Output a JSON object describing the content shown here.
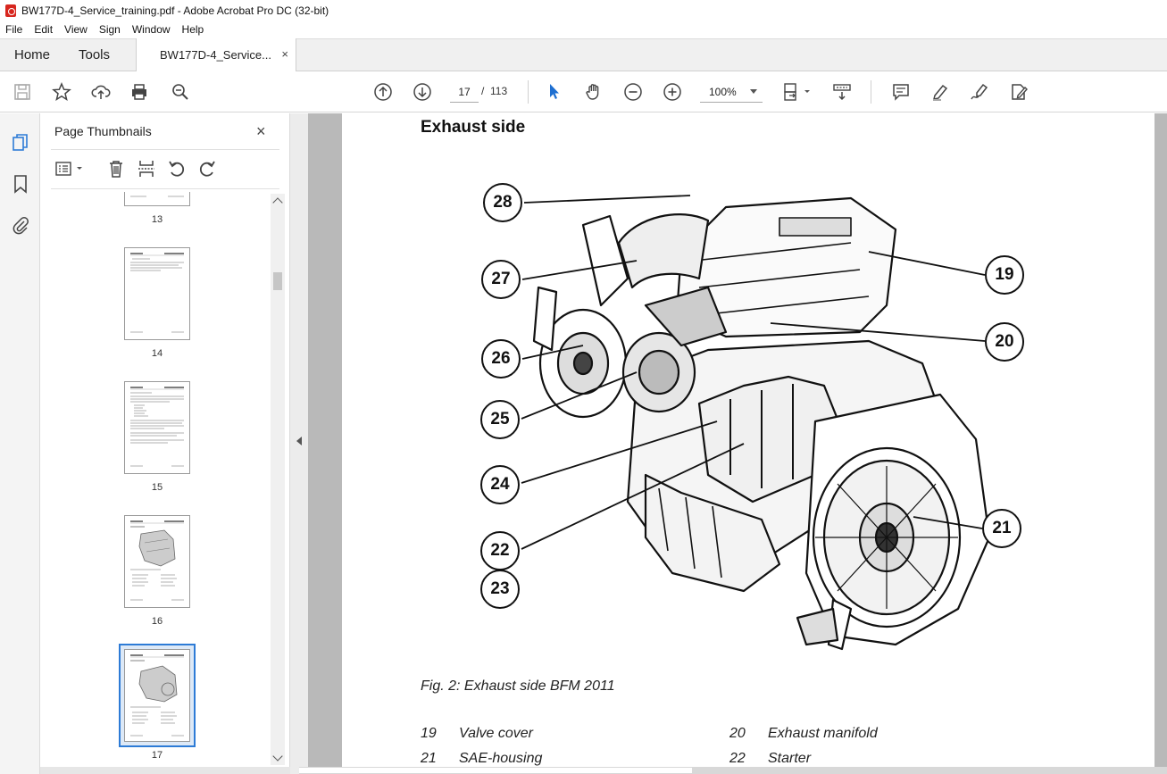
{
  "window": {
    "title": "BW177D-4_Service_training.pdf - Adobe Acrobat Pro DC (32-bit)"
  },
  "menu": [
    "File",
    "Edit",
    "View",
    "Sign",
    "Window",
    "Help"
  ],
  "tabs": {
    "home": "Home",
    "tools": "Tools",
    "document": "BW177D-4_Service...",
    "close": "×"
  },
  "toolbar": {
    "page_current": "17",
    "page_sep": "/",
    "page_total": "113",
    "zoom": "100%"
  },
  "thumbnails": {
    "title": "Page Thumbnails",
    "close": "×",
    "pages": [
      "13",
      "14",
      "15",
      "16",
      "17"
    ],
    "selected": "17"
  },
  "document": {
    "heading": "Exhaust side",
    "figure_caption": "Fig. 2: Exhaust side  BFM 2011",
    "callouts": [
      "28",
      "27",
      "26",
      "25",
      "24",
      "22",
      "23",
      "19",
      "20",
      "21"
    ],
    "legend": [
      {
        "num": "19",
        "text": "Valve cover"
      },
      {
        "num": "20",
        "text": "Exhaust manifold"
      },
      {
        "num": "21",
        "text": "SAE-housing"
      },
      {
        "num": "22",
        "text": "Starter"
      }
    ]
  },
  "colors": {
    "accent": "#2d7bd6",
    "pdf_red": "#d7261e"
  }
}
